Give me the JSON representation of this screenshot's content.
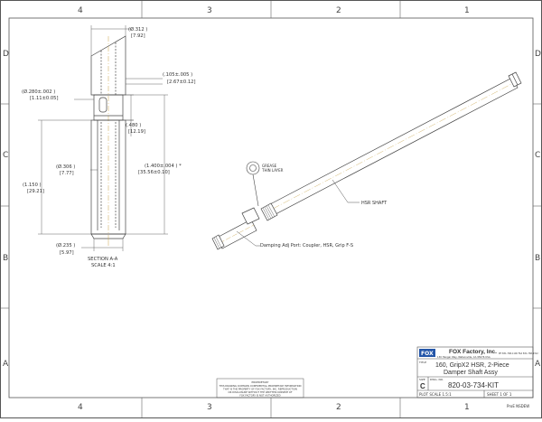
{
  "border": {
    "cols_top": [
      "4",
      "3",
      "2",
      "1"
    ],
    "cols_bottom": [
      "4",
      "3",
      "2",
      "1"
    ],
    "rows_left": [
      "D",
      "C",
      "B",
      "A"
    ],
    "rows_right": [
      "D",
      "C",
      "B",
      "A"
    ]
  },
  "section_view": {
    "dims": {
      "d_top": "(Ø.312   )",
      "d_top_mm": "[7.92]",
      "wall": "(.105±.005   )",
      "wall_mm": "[2.67±0.12]",
      "bore": "(Ø.280±.002   )",
      "bore_mm": "[1.11±0.05]",
      "len_480": "(.480   )",
      "len_480_mm": "[12.19]",
      "dia_306": "(Ø.306   )",
      "dia_306_mm": "[7.77]",
      "len_1150": "(1.150   )",
      "len_1150_mm": "[29.21]",
      "len_1400": "(1.400±.004   ) *",
      "len_1400_mm": "[35.56±0.10]",
      "d_bottom": "(Ø.235   )",
      "d_bottom_mm": "[5.97]"
    },
    "label": "SECTION   A-A",
    "scale": "SCALE   4:1"
  },
  "callouts": {
    "grease_1": "GREASE",
    "grease_2": "THIN LAYER",
    "hsr_shaft": "HSR SHAFT",
    "damping_port": "Damping Adj Port: Coupler, HSR, Grip F-S"
  },
  "title_block": {
    "company": "FOX Factory, Inc.",
    "addr_1": "130 Hangar Way, Watsonville, CA 95076 USA",
    "phone": "PH 831-768-1100 FAX 831-768-9312",
    "title_label": "TITLE",
    "title_line1": "160, GripX2 HSR, 2-Piece",
    "title_line2": "Damper Shaft Assy",
    "size_label": "SIZE",
    "dwg_label": "DWG. NO.",
    "size": "C",
    "part_no": "820-03-734-KIT",
    "plot_scale": "PLOT SCALE 1.5:1",
    "sheet": "SHEET 1 OF 1",
    "proe": "ProE NSDEW",
    "logo": "FOX"
  },
  "confidential": {
    "line1": "PROPRIETARY",
    "line2": "THIS DRAWING CONTAINS CONFIDENTIAL PROPRIETARY INFORMATION",
    "line3": "THAT IS THE PROPERTY OF FOX FACTORY, INC. REPRODUCTION",
    "line4": "OR DISCLOSURE WITHOUT THE WRITTEN CONSENT OF",
    "line5": "FOX FACTORY IS NOT AUTHORIZED"
  }
}
